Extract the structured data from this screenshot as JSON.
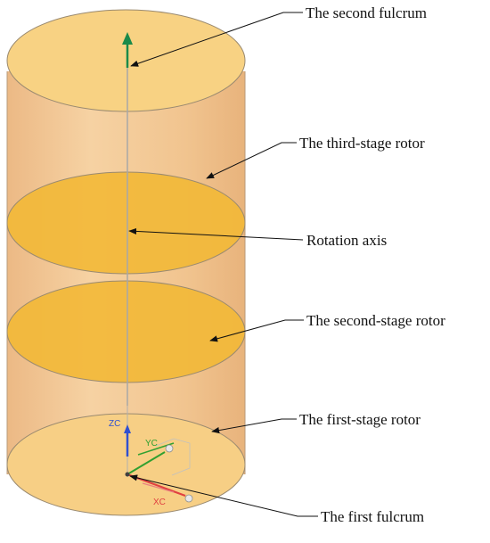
{
  "labels": {
    "second_fulcrum": "The second fulcrum",
    "third_stage_rotor": "The third-stage rotor",
    "rotation_axis": "Rotation axis",
    "second_stage_rotor": "The second-stage rotor",
    "first_stage_rotor": "The first-stage rotor",
    "first_fulcrum": "The first fulcrum"
  },
  "axes": {
    "zc": "ZC",
    "yc": "YC",
    "xc": "XC"
  },
  "colors": {
    "cylinder_body": "#f2c88f",
    "cap": "#f7cf80",
    "rotor_disk": "#f0b530",
    "outline": "#9a8a70",
    "axis_line": "#a8a8a8",
    "arrow_green": "#1a8a4a",
    "zc_blue": "#3050d0",
    "yc_green": "#30a030",
    "xc_red": "#e04040"
  }
}
